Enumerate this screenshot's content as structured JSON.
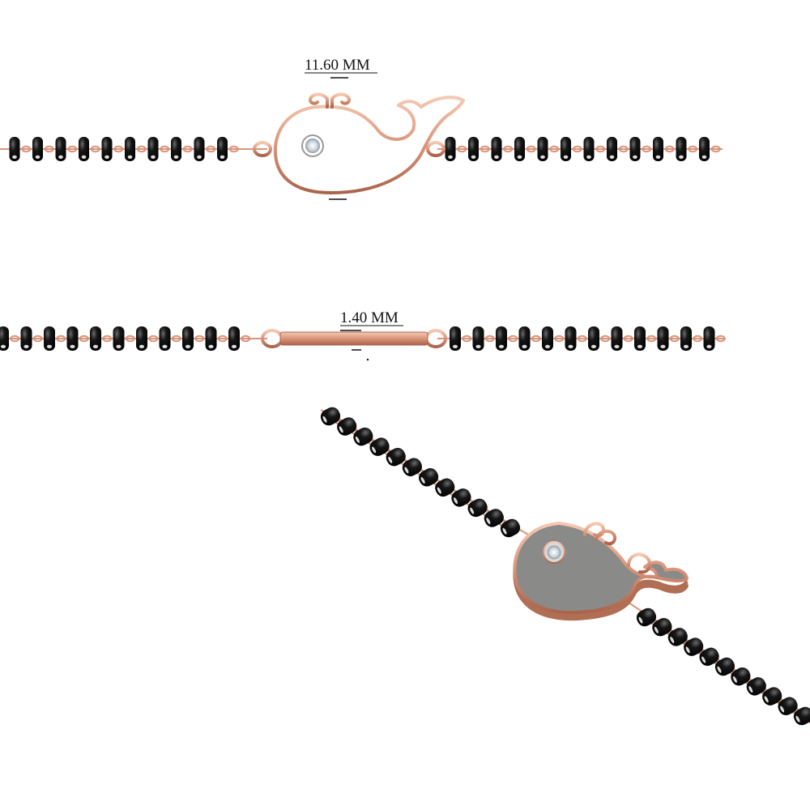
{
  "dimensions": {
    "width_label": "11.60 MM",
    "thickness_label": "1.40 MM"
  },
  "colors": {
    "bead": "#0c0c0c",
    "bead_highlight": "#f2f2f2",
    "rose_gold": "#d9957a",
    "rose_gold_dark": "#b06f55",
    "rose_gold_light": "#f4c3ad",
    "enamel": "#8a8a88",
    "diamond": "#e8eef2",
    "background": "#ffffff"
  },
  "views": {
    "front": "whale-pendant-front-view",
    "side": "whale-pendant-side-view",
    "perspective": "whale-pendant-perspective-view"
  }
}
